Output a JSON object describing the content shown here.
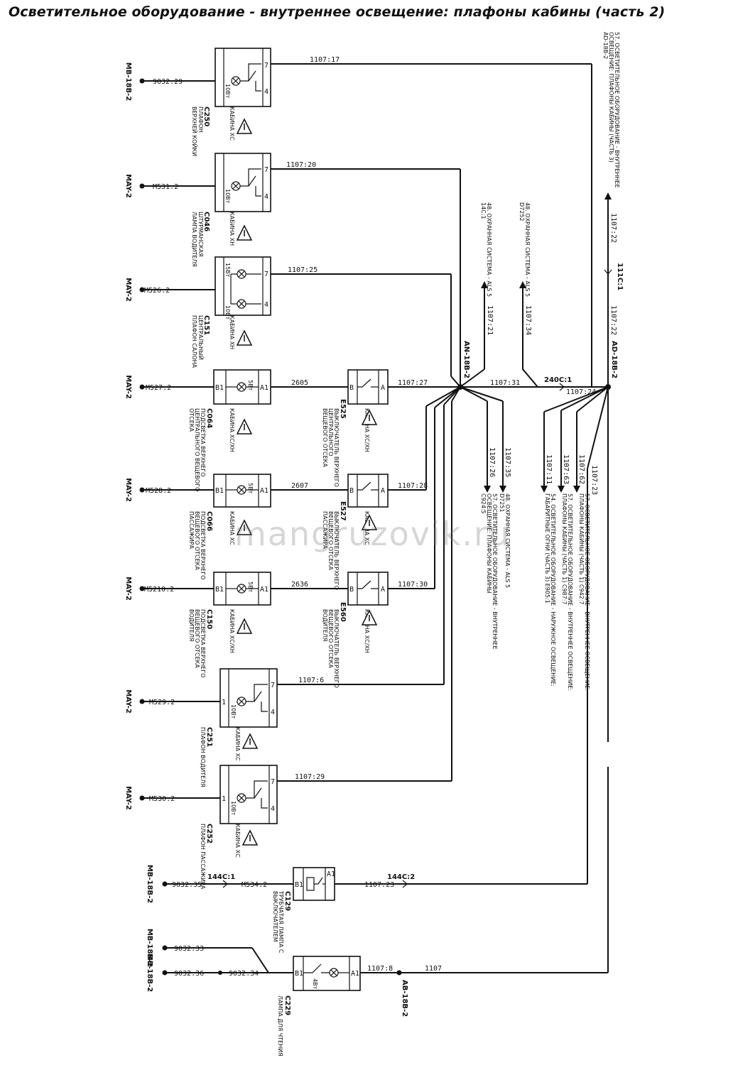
{
  "title": "Осветительное оборудование - внутреннее освещение: плафоны кабины (часть 2)",
  "watermark": "mangruzovik.ru",
  "grounds": {
    "g1": "MB-18B-2",
    "g2": "MAY-2",
    "g3": "MAY-2",
    "g4": "MAY-2",
    "g5": "MAY-2",
    "g6": "MAY-2",
    "g7": "MAY-2",
    "g8": "MAY-2",
    "g9": "MB-18B-2",
    "g10": "MB-18B-2",
    "g11": "MB-18B-2",
    "ab": "AB-18B-2"
  },
  "ground_wires": {
    "w1": "9032:29",
    "w2": "M531:2",
    "w3": "M526:2",
    "w4": "M527:2",
    "w5": "M528:2",
    "w6": "M5210:2",
    "w7": "M529:2",
    "w8": "M530:2",
    "w9": "9032:35",
    "w9b": "M534:2",
    "w10": "9032:33",
    "w11": "9032:36",
    "w11b": "9032:34"
  },
  "wires": {
    "r1": "1107:17",
    "r2": "1107:20",
    "r3": "1107:25",
    "r4a": "2605",
    "r4b": "1107:27",
    "r5a": "2607",
    "r5b": "1107:28",
    "r6a": "2636",
    "r6b": "1107:30",
    "r7": "1107:6",
    "r8": "1107:29",
    "r9": "1107:23",
    "r10": "1107:8",
    "r10b": "1107",
    "an_out": "1107:31",
    "ad_in": "1107:24",
    "v1": "1107:21",
    "v2": "1107:34",
    "v3": "1107:22",
    "v4": "1107:22",
    "f1": "1107:26",
    "f2": "1107:35",
    "f3": "1107:11",
    "f4": "1107:63",
    "f5": "1107:62",
    "f6": "1107:23"
  },
  "connectors": {
    "c1": "144C:1",
    "c2": "144C:2",
    "c3": "240C:1",
    "c4": "111C:1"
  },
  "splices": {
    "an": "AN-18B-2",
    "ad": "AD-18B-2"
  },
  "components": {
    "c250": {
      "code": "C250",
      "name1": "ПЛАФОН",
      "name2": "ВЕРХНЕЙ КОЙКИ",
      "power": "10Вт",
      "cab": "КАБИНА ХС"
    },
    "c046": {
      "code": "C046",
      "name1": "ШТУРМАНСКАЯ",
      "name2": "ЛАМПА ВОДИТЕЛЯ",
      "power": "10Вт",
      "cab": "КАБИНА ХН"
    },
    "c151": {
      "code": "C151",
      "name1": "ЦЕНТРАЛЬНЫЙ",
      "name2": "ПЛАФОН САЛОНА",
      "power1": "15Вт",
      "power2": "10Вт",
      "cab": "КАБИНА ХН"
    },
    "c064": {
      "code": "C064",
      "name1": "ПОДСВЕТКА ВЕРХНЕГО",
      "name2": "ЦЕНТРАЛЬНОГО ВЕЩЕВОГО",
      "name3": "ОТСЕКА",
      "power": "5Вт",
      "cab": "КАБИНА ХС/ХН"
    },
    "c066": {
      "code": "C066",
      "name1": "ПОДСВЕТКА ВЕРХНЕГО",
      "name2": "ВЕЩЕВОГО ОТСЕКА",
      "name3": "ПАССАЖИРА",
      "power": "5Вт",
      "cab": "КАБИНА ХС"
    },
    "c150": {
      "code": "C150",
      "name1": "ПОДСВЕТКА ВЕРХНЕГО",
      "name2": "ВЕЩЕВОГО ОТСЕКА",
      "name3": "ВОДИТЕЛЯ",
      "power": "5Вт",
      "cab": "КАБИНА ХС/ХН"
    },
    "c251": {
      "code": "C251",
      "name1": "ПЛАФОН ВОДИТЕЛЯ",
      "power": "10Вт",
      "cab": "КАБИНА ХС"
    },
    "c252": {
      "code": "C252",
      "name1": "ПЛАФОН ПАССАЖИРА",
      "power": "10Вт",
      "cab": "КАБИНА ХС"
    },
    "c129": {
      "code": "C129",
      "name1": "ТРУБЧАТАЯ ЛАМПА С",
      "name2": "ВЫКЛЮЧАТЕЛЕМ"
    },
    "c229": {
      "code": "C229",
      "name1": "ЛАМПА ДЛЯ ЧТЕНИЯ",
      "power": "4Вт"
    },
    "e525": {
      "code": "E525",
      "name1": "ВЫКЛЮЧАТЕЛЬ ВЕРХНЕГО",
      "name2": "ЦЕНТРАЛЬНОГО",
      "name3": "ВЕЩЕВОГО ОТСЕКА",
      "cab": "КАБИНА ХС/ХН"
    },
    "e527": {
      "code": "E527",
      "name1": "ВЫКЛЮЧАТЕЛЬ ВЕРХНЕГО",
      "name2": "ВЕЩЕВОГО ОТСЕКА",
      "name3": "ПАССАЖИРА",
      "cab": "КАБИНА ХС"
    },
    "e560": {
      "code": "E560",
      "name1": "ВЫКЛЮЧАТЕЛЬ ВЕРХНЕГО",
      "name2": "ВЕЩЕВОГО ОТСЕКА",
      "name3": "ВОДИТЕЛЯ",
      "cab": "КАБИНА ХС/ХН"
    }
  },
  "pins": {
    "p7": "7",
    "p1": "1",
    "p4": "4",
    "pa1": "A1",
    "pb1": "B1",
    "pa": "A",
    "pb": "B"
  },
  "references": {
    "top1": "57. ОСВЕТИТЕЛЬНОЕ ОБОРУДОВАНИЕ - ВНУТРЕННЕЕ",
    "top2": "ОСВЕЩЕНИЕ: ПЛАФОНЫ КАБИНЫ (ЧАСТЬ 3)",
    "top3": "AD-18B-2",
    "als1a": "48. ОХРАННАЯ СИСТЕМА - ALS 5",
    "als1b": "14C:1",
    "als2a": "48. ОХРАННАЯ СИСТЕМА - ALS 5",
    "als2b": "D7252",
    "b1a": "48. ОХРАННАЯ СИСТЕМА - ALS 5",
    "b1b": "D7251",
    "b2a": "57. ОСВЕТИТЕЛЬНОЕ ОБОРУДОВАНИЕ - ВНУТРЕННЕЕ",
    "b2b": "ОСВЕЩЕНИЕ: ПЛАФОНЫ КАБИНЫ",
    "b2c": "C924:5",
    "b3a": "54. ОСВЕТИТЕЛЬНОЕ ОБОРУДОВАНИЕ - НАРУЖНОЕ ОСВЕЩЕНИЕ:",
    "b3b": "ГАБАРИТНЫЕ ОГНИ (ЧАСТЬ 3) E905:1",
    "b4a": "57. ОСВЕТИТЕЛЬНОЕ ОБОРУДОВАНИЕ - ВНУТРЕННЕЕ ОСВЕЩЕНИЕ:",
    "b4b": "ПЛАФОНЫ КАБИНЫ (ЧАСТЬ 1) C987:7",
    "b5a": "57. ОСВЕТИТЕЛЬНОЕ ОБОРУДОВАНИЕ - ВНУТРЕННЕЕ ОСВЕЩЕНИЕ:",
    "b5b": "ПЛАФОНЫ КАБИНЫ (ЧАСТЬ 1) C942:7"
  }
}
